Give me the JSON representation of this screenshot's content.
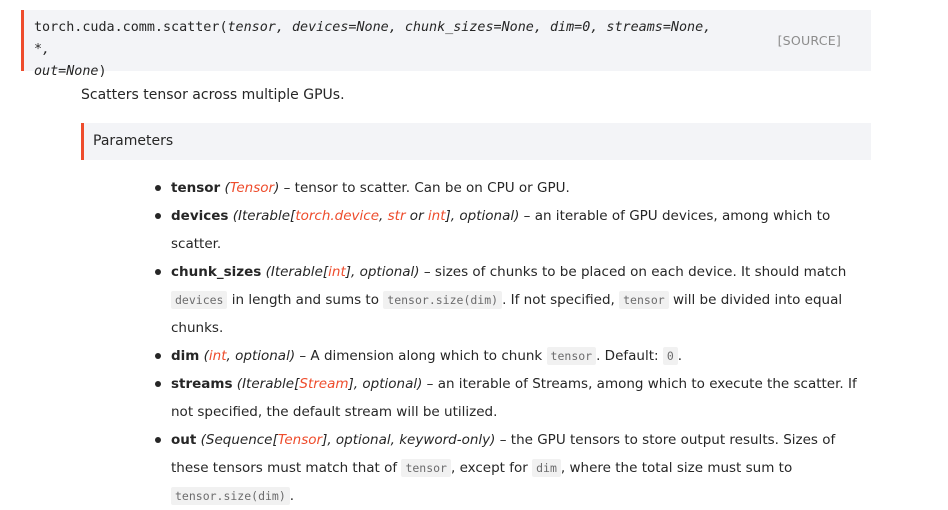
{
  "signature": {
    "qualname": "torch.cuda.comm.scatter",
    "open_paren": "(",
    "args_line1": "tensor, devices=None, chunk_sizes=None, dim=0, streams=None, *,",
    "args_line2": "out=None",
    "close_paren": ")",
    "source_link": "[SOURCE]"
  },
  "description": "Scatters tensor across multiple GPUs.",
  "parameters_heading": "Parameters",
  "parameters": {
    "tensor": {
      "name": "tensor",
      "p_open": " (",
      "type": "Tensor",
      "p_close": ")",
      "desc": " – tensor to scatter. Can be on CPU or GPU."
    },
    "devices": {
      "name": "devices",
      "t1": " (Iterable[",
      "l1": "torch.device",
      "t2": ", ",
      "l2": "str",
      "t3": " or ",
      "l3": "int",
      "t4": "], optional)",
      "desc": " – an iterable of GPU devices, among which to scatter."
    },
    "chunk_sizes": {
      "name": "chunk_sizes",
      "t1": " (Iterable[",
      "l1": "int",
      "t2": "], optional)",
      "d1": " – sizes of chunks to be placed on each device. It should match ",
      "c1": "devices",
      "d2": " in length and sums to ",
      "c2": "tensor.size(dim)",
      "d3": ". If not specified, ",
      "c3": "tensor",
      "d4": " will be divided into equal chunks."
    },
    "dim": {
      "name": "dim",
      "t1": " (",
      "l1": "int",
      "t2": ", optional)",
      "d1": " – A dimension along which to chunk ",
      "c1": "tensor",
      "d2": ". Default: ",
      "c2": "0",
      "d3": "."
    },
    "streams": {
      "name": "streams",
      "t1": " (Iterable[",
      "l1": "Stream",
      "t2": "], optional)",
      "desc": " – an iterable of Streams, among which to execute the scatter. If not specified, the default stream will be utilized."
    },
    "out": {
      "name": "out",
      "t1": " (Sequence[",
      "l1": "Tensor",
      "t2": "], optional, keyword-only)",
      "d1": " – the GPU tensors to store output results. Sizes of these tensors must match that of ",
      "c1": "tensor",
      "d2": ", except for ",
      "c2": "dim",
      "d3": ", where the total size must sum to ",
      "c3": "tensor.size(dim)",
      "d4": "."
    }
  }
}
